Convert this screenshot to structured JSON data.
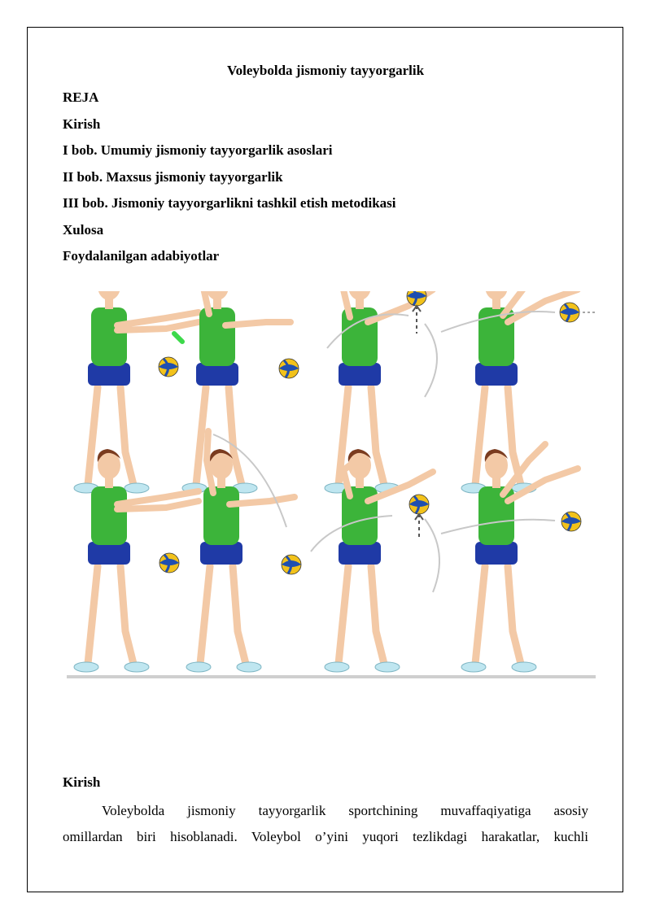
{
  "document": {
    "title": "Voleybolda jismoniy tayyorgarlik",
    "toc": [
      "REJA",
      "Kirish",
      "I bob. Umumiy jismoniy tayyorgarlik asoslari",
      "II bob. Maxsus jismoniy tayyorgarlik",
      "III bob. Jismoniy tayyorgarlikni tashkil etish metodikasi",
      "Xulosa",
      "Foydalanilgan adabiyotlar"
    ],
    "section_heading": "Kirish",
    "paragraph_line1": "Voleybolda jismoniy tayyorgarlik sportchining muvaffaqiyatiga asosiy",
    "paragraph_line2": "omillardan biri hisoblanadi. Voleybol o’yini yuqori tezlikdagi harakatlar, kuchli"
  },
  "illustration": {
    "description_icon": "volleyball-serve-sequence",
    "colors": {
      "shirt": "#3cb43a",
      "shorts": "#1f3aa6",
      "skin": "#f3c9a6",
      "hair": "#7a3b1f",
      "ball_blue": "#1f4fb0",
      "ball_yellow": "#f2c21b",
      "shoes": "#bfe6f0",
      "arc": "#c8c8c8"
    }
  }
}
